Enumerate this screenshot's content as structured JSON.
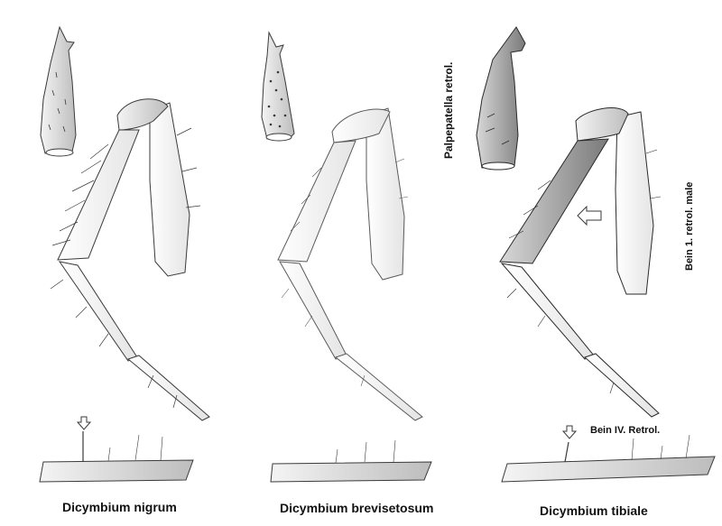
{
  "labels": {
    "palpepatella": "Palpepatella retrol.",
    "bein1": "Bein 1. retrol. male",
    "bein4": "Bein IV. Retrol."
  },
  "species": [
    {
      "name": "Dicymbium nigrum"
    },
    {
      "name": "Dicymbium brevisetosum"
    },
    {
      "name": "Dicymbium tibiale"
    }
  ],
  "colors": {
    "outline": "#3a3a3a",
    "shade_light": "#f2f2f2",
    "shade_mid": "#dcdcdc",
    "shade_dark": "#9a9a9a"
  }
}
